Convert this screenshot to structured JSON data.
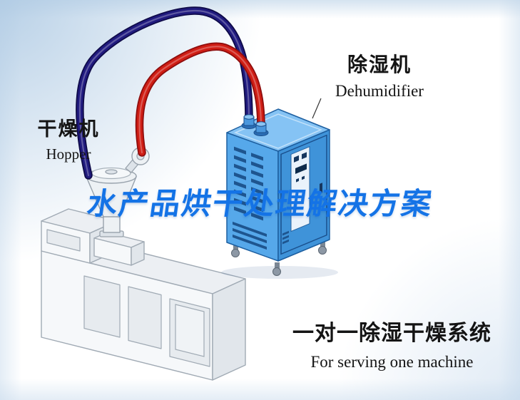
{
  "labels": {
    "dryer": {
      "cn": "干燥机",
      "en": "Hopper"
    },
    "dehumidifier": {
      "cn": "除湿机",
      "en": "Dehumidifier"
    },
    "title": "水产品烘干处理解决方案",
    "system": {
      "cn": "一对一除湿干燥系统",
      "en": "For serving one machine"
    }
  },
  "colors": {
    "pipe-red": "#cf1d14",
    "pipe-red-dark": "#8e0d0d",
    "pipe-navy": "#201a7e",
    "pipe-navy-dark": "#0e0a48",
    "dehum-left": "#56a8ea",
    "dehum-right": "#3f93d9",
    "dehum-top": "#85c3f4",
    "dehum-line": "#1d5fa0",
    "machine-fill": "#f6f8fa",
    "machine-top": "#eceff3",
    "machine-side": "#e1e6eb",
    "machine-line": "#a0aab4",
    "title-blue": "#1473e6",
    "text-black": "#141414"
  }
}
